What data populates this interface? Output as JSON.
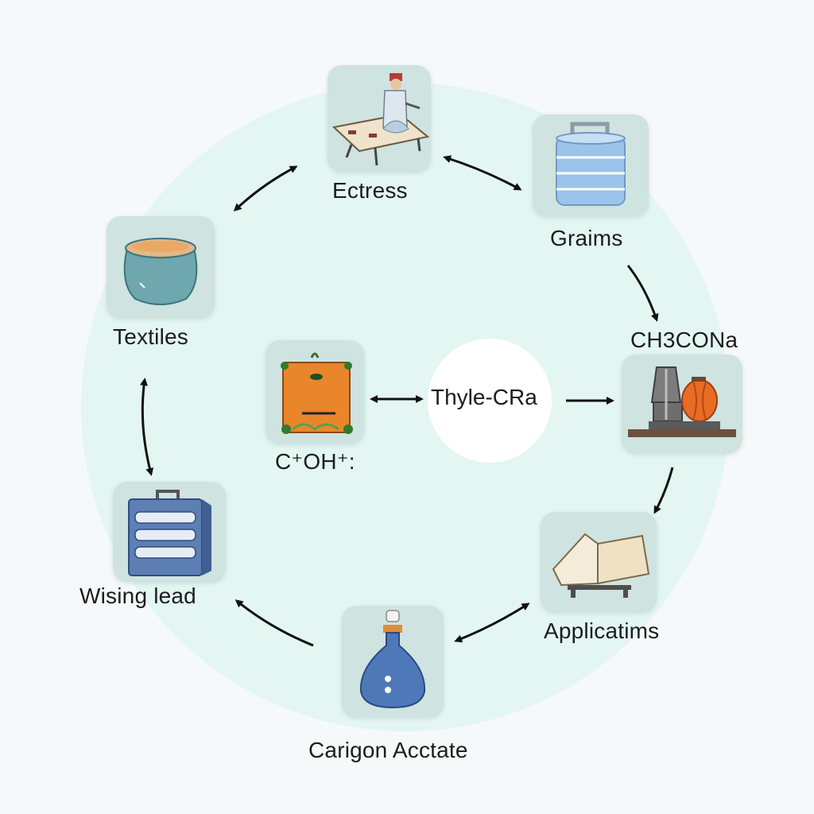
{
  "diagram": {
    "center": {
      "label": "Thyle-CRa"
    },
    "nodes": [
      {
        "id": "ectress",
        "label": "Ectress",
        "icon": "lab-worker-icon"
      },
      {
        "id": "graims",
        "label": "Graims",
        "icon": "barrel-icon"
      },
      {
        "id": "ch3coona",
        "label": "CH3CONa",
        "icon": "furnace-icon"
      },
      {
        "id": "applicatims",
        "label": "Applicatims",
        "icon": "open-book-icon"
      },
      {
        "id": "carigon-acctate",
        "label": "Carigon Acctate",
        "icon": "flask-icon"
      },
      {
        "id": "wising-lead",
        "label": "Wising lead",
        "icon": "server-case-icon"
      },
      {
        "id": "textiles",
        "label": "Textiles",
        "icon": "bowl-icon"
      },
      {
        "id": "c-oh",
        "label": "C⁺OH⁺:",
        "icon": "orange-crate-icon"
      }
    ],
    "edges": [
      {
        "from": "textiles",
        "to": "ectress",
        "direction": "both"
      },
      {
        "from": "ectress",
        "to": "graims",
        "direction": "both"
      },
      {
        "from": "graims",
        "to": "ch3coona",
        "direction": "forward"
      },
      {
        "from": "ch3coona",
        "to": "applicatims",
        "direction": "forward"
      },
      {
        "from": "applicatims",
        "to": "carigon-acctate",
        "direction": "both"
      },
      {
        "from": "carigon-acctate",
        "to": "wising-lead",
        "direction": "forward"
      },
      {
        "from": "wising-lead",
        "to": "textiles",
        "direction": "both"
      },
      {
        "from": "c-oh",
        "to": "center",
        "direction": "both"
      },
      {
        "from": "center",
        "to": "ch3coona",
        "direction": "forward"
      }
    ],
    "colors": {
      "background": "#f6f9f9",
      "ring": "#e3f6f2",
      "tile": "#cfe3e0",
      "arrow": "#111111"
    }
  }
}
